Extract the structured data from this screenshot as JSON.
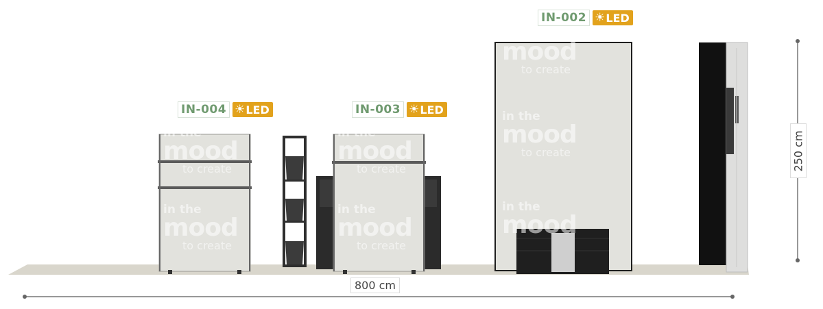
{
  "booths": [
    {
      "code": "IN-004",
      "led": "LED"
    },
    {
      "code": "IN-003",
      "led": "LED"
    },
    {
      "code": "IN-002",
      "led": "LED"
    }
  ],
  "watermark": {
    "line1": "in the",
    "line2": "mood",
    "line3": "to create"
  },
  "dimensions": {
    "width": "800 cm",
    "height": "250 cm"
  },
  "icons": {
    "led": "sun-icon"
  },
  "colors": {
    "code_text": "#6f9a6f",
    "led_badge": "#e2a21c",
    "panel": "#e2e2dd",
    "floor": "#d9d6cc",
    "dark": "#2b2b2b"
  }
}
